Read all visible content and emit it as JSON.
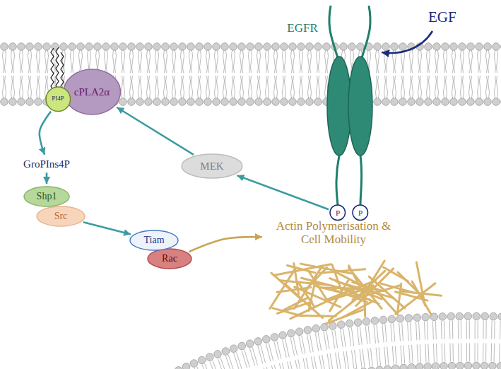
{
  "diagram": {
    "nodes": [
      {
        "text": [
          "PI4P"
        ]
      },
      {
        "text": [
          "cPLA2α"
        ]
      },
      {
        "text": [
          "EGFR"
        ]
      },
      {
        "text": [
          "P"
        ]
      },
      {
        "text": [
          "P"
        ]
      },
      {
        "text": [
          "MEK"
        ]
      },
      {
        "text": [
          "GroPIns4P"
        ]
      },
      {
        "text": [
          "Shp1"
        ]
      },
      {
        "text": [
          "Src"
        ]
      },
      {
        "text": [
          "Tiam"
        ]
      },
      {
        "text": [
          "Rac"
        ]
      },
      {
        "text": [
          "Actin Polymerisation & Cell Mobility"
        ]
      }
    ],
    "edges": [
      {
        "from": 3,
        "to": 5,
        "arrow": "to"
      },
      {
        "from": 5,
        "to": 1,
        "arrow": "to"
      },
      {
        "from": 0,
        "to": 6,
        "arrow": "to"
      },
      {
        "from": 6,
        "to": 7,
        "arrow": "to"
      },
      {
        "from": 8,
        "to": 9,
        "arrow": "to"
      },
      {
        "from": 10,
        "to": 11,
        "arrow": "to"
      }
    ],
    "labels": [
      "EGF"
    ]
  }
}
